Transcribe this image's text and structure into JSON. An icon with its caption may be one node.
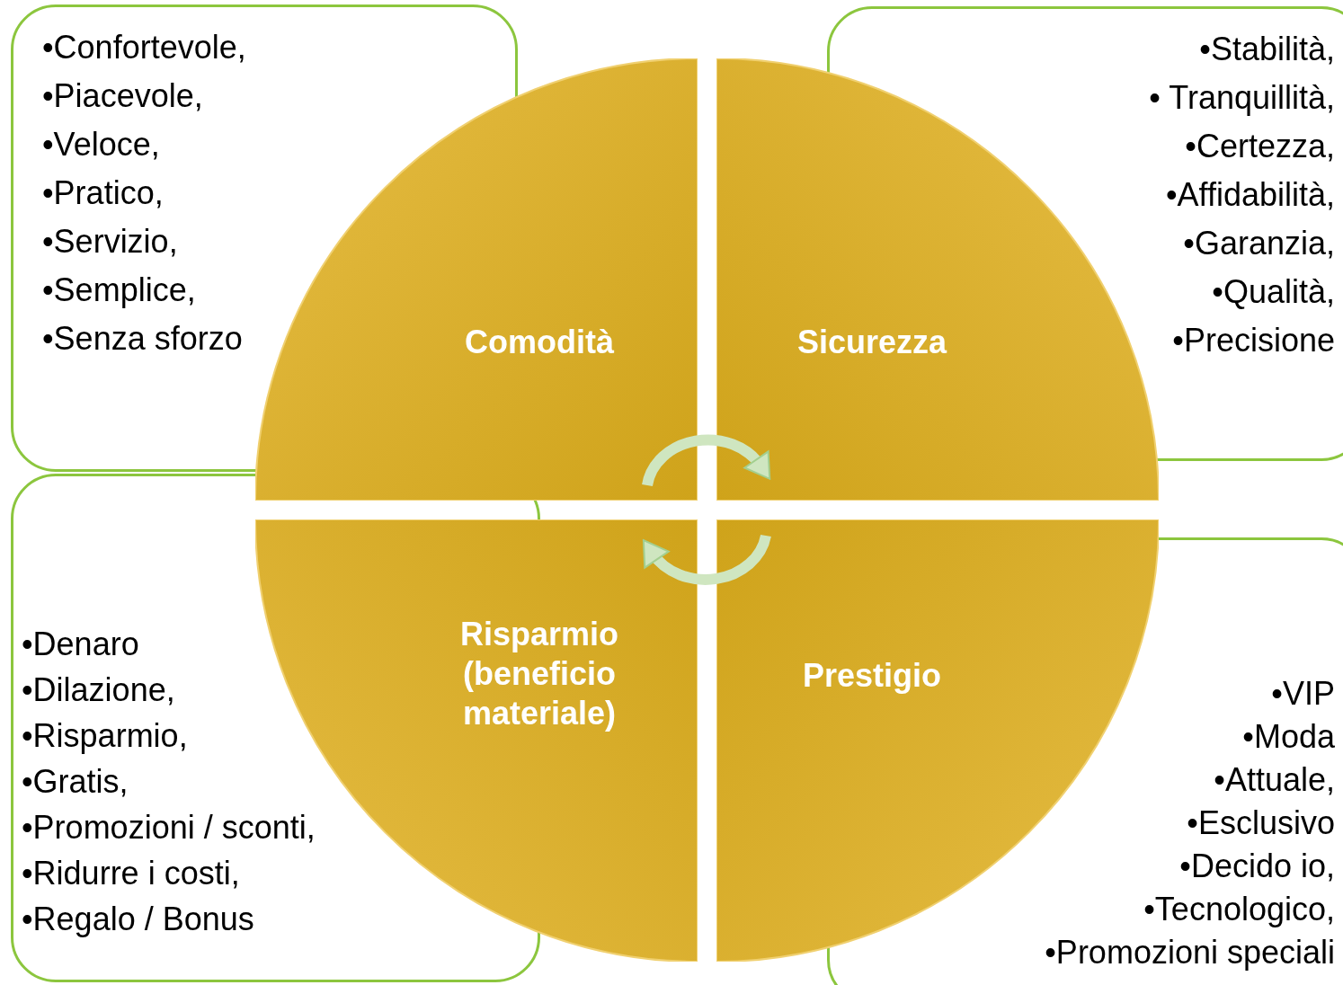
{
  "diagram": {
    "nodes": [
      {
        "text": [
          "•Confortevole,",
          "•Piacevole,",
          "•Veloce,",
          "•Pratico,",
          "•Servizio,",
          "•Semplice,",
          "•Senza sforzo"
        ]
      },
      {
        "text": [
          "Comodità"
        ]
      },
      {
        "text": [
          "•Stabilità,",
          "• Tranquillità,",
          "•Certezza,",
          "•Affidabilità,",
          "•Garanzia,",
          "•Qualità,",
          "•Precisione"
        ]
      },
      {
        "text": [
          "Sicurezza"
        ]
      },
      {
        "text": [
          "•Denaro",
          "•Dilazione,",
          "•Risparmio,",
          "•Gratis,",
          "•Promozioni / sconti,",
          "•Ridurre i costi,",
          "•Regalo / Bonus"
        ]
      },
      {
        "text": [
          "Risparmio (beneficio materiale)"
        ]
      },
      {
        "text": [
          "Prestigio"
        ]
      },
      {
        "text": [
          "•VIP",
          "•Moda",
          "•Attuale,",
          "•Esclusivo",
          "•Decido io,",
          "•Tecnologico,",
          "•Promozioni speciali"
        ]
      }
    ],
    "edges": [
      {
        "from": 1,
        "to": 3,
        "arrow": "to"
      },
      {
        "from": 6,
        "to": 5,
        "arrow": "to"
      }
    ]
  }
}
